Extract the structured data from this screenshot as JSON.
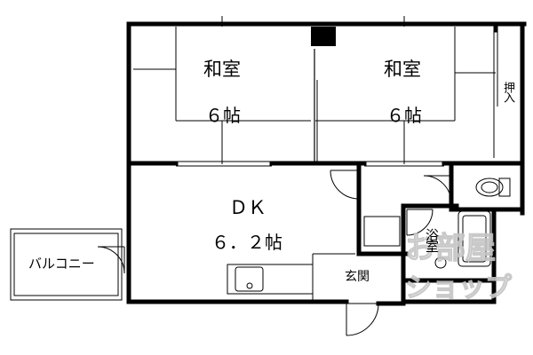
{
  "rooms": {
    "washitsu_left": {
      "name": "和室",
      "size": "６帖"
    },
    "washitsu_right": {
      "name": "和室",
      "size": "６帖"
    },
    "oshiire": {
      "name": "押入"
    },
    "dk": {
      "name": "ＤＫ",
      "size": "６．２帖"
    },
    "bathroom": {
      "name": "浴室"
    },
    "entrance": {
      "name": "玄関"
    },
    "balcony": {
      "name": "バルコニー"
    }
  },
  "watermark": {
    "line1": "お部屋",
    "line2": "ショップ"
  }
}
